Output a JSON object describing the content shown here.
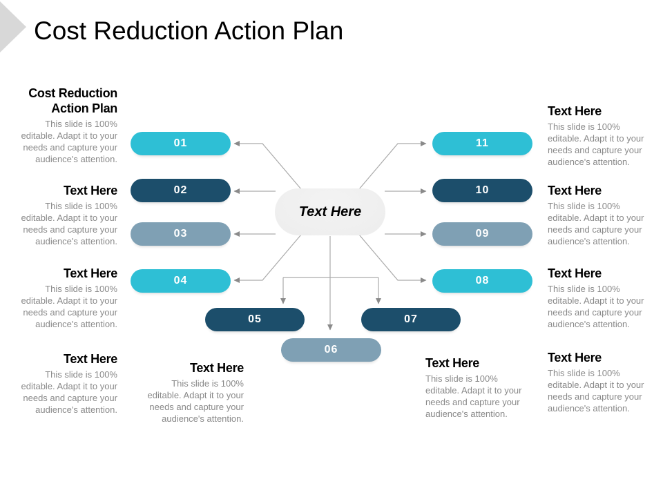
{
  "slide": {
    "title": "Cost Reduction Action Plan",
    "center_label": "Text Here",
    "colors": {
      "cyan": "#2ebfd5",
      "dark_teal": "#1c4e6b",
      "gray_blue": "#7fa0b4",
      "connector_line": "#aaaaaa",
      "arrowhead": "#8a8a8a",
      "center_fill": "#efefef",
      "triangle": "#d8d8d8",
      "body_text": "#898989"
    },
    "pills": [
      {
        "number": "01",
        "color": "#2ebfd5"
      },
      {
        "number": "02",
        "color": "#1c4e6b"
      },
      {
        "number": "03",
        "color": "#7fa0b4"
      },
      {
        "number": "04",
        "color": "#2ebfd5"
      },
      {
        "number": "05",
        "color": "#1c4e6b"
      },
      {
        "number": "06",
        "color": "#7fa0b4"
      },
      {
        "number": "07",
        "color": "#1c4e6b"
      },
      {
        "number": "08",
        "color": "#2ebfd5"
      },
      {
        "number": "09",
        "color": "#7fa0b4"
      },
      {
        "number": "10",
        "color": "#1c4e6b"
      },
      {
        "number": "11",
        "color": "#2ebfd5"
      }
    ],
    "blocks": {
      "left": [
        {
          "title": "Cost Reduction Action Plan",
          "body": "This slide is 100% editable. Adapt it to your needs and capture your audience's attention."
        },
        {
          "title": "Text Here",
          "body": "This slide is 100% editable. Adapt it to your needs and capture your audience's attention."
        },
        {
          "title": "Text Here",
          "body": "This slide is 100% editable. Adapt it to your needs and capture your audience's attention."
        },
        {
          "title": "Text Here",
          "body": "This slide is 100% editable. Adapt it to your needs and capture your audience's attention."
        }
      ],
      "right": [
        {
          "title": "Text Here",
          "body": "This slide is 100% editable. Adapt it to your needs and capture your audience's attention."
        },
        {
          "title": "Text Here",
          "body": "This slide is 100% editable. Adapt it to your needs and capture your audience's attention."
        },
        {
          "title": "Text Here",
          "body": "This slide is 100% editable. Adapt it to your needs and capture your audience's attention."
        },
        {
          "title": "Text Here",
          "body": "This slide is 100% editable. Adapt it to your needs and capture your audience's attention."
        }
      ],
      "bottom": [
        {
          "title": "Text Here",
          "body": "This slide is 100% editable. Adapt it to your needs and capture your audience's attention."
        },
        {
          "title": "Text Here",
          "body": "This slide is 100% editable. Adapt it to your needs and capture your audience's attention."
        }
      ]
    }
  }
}
